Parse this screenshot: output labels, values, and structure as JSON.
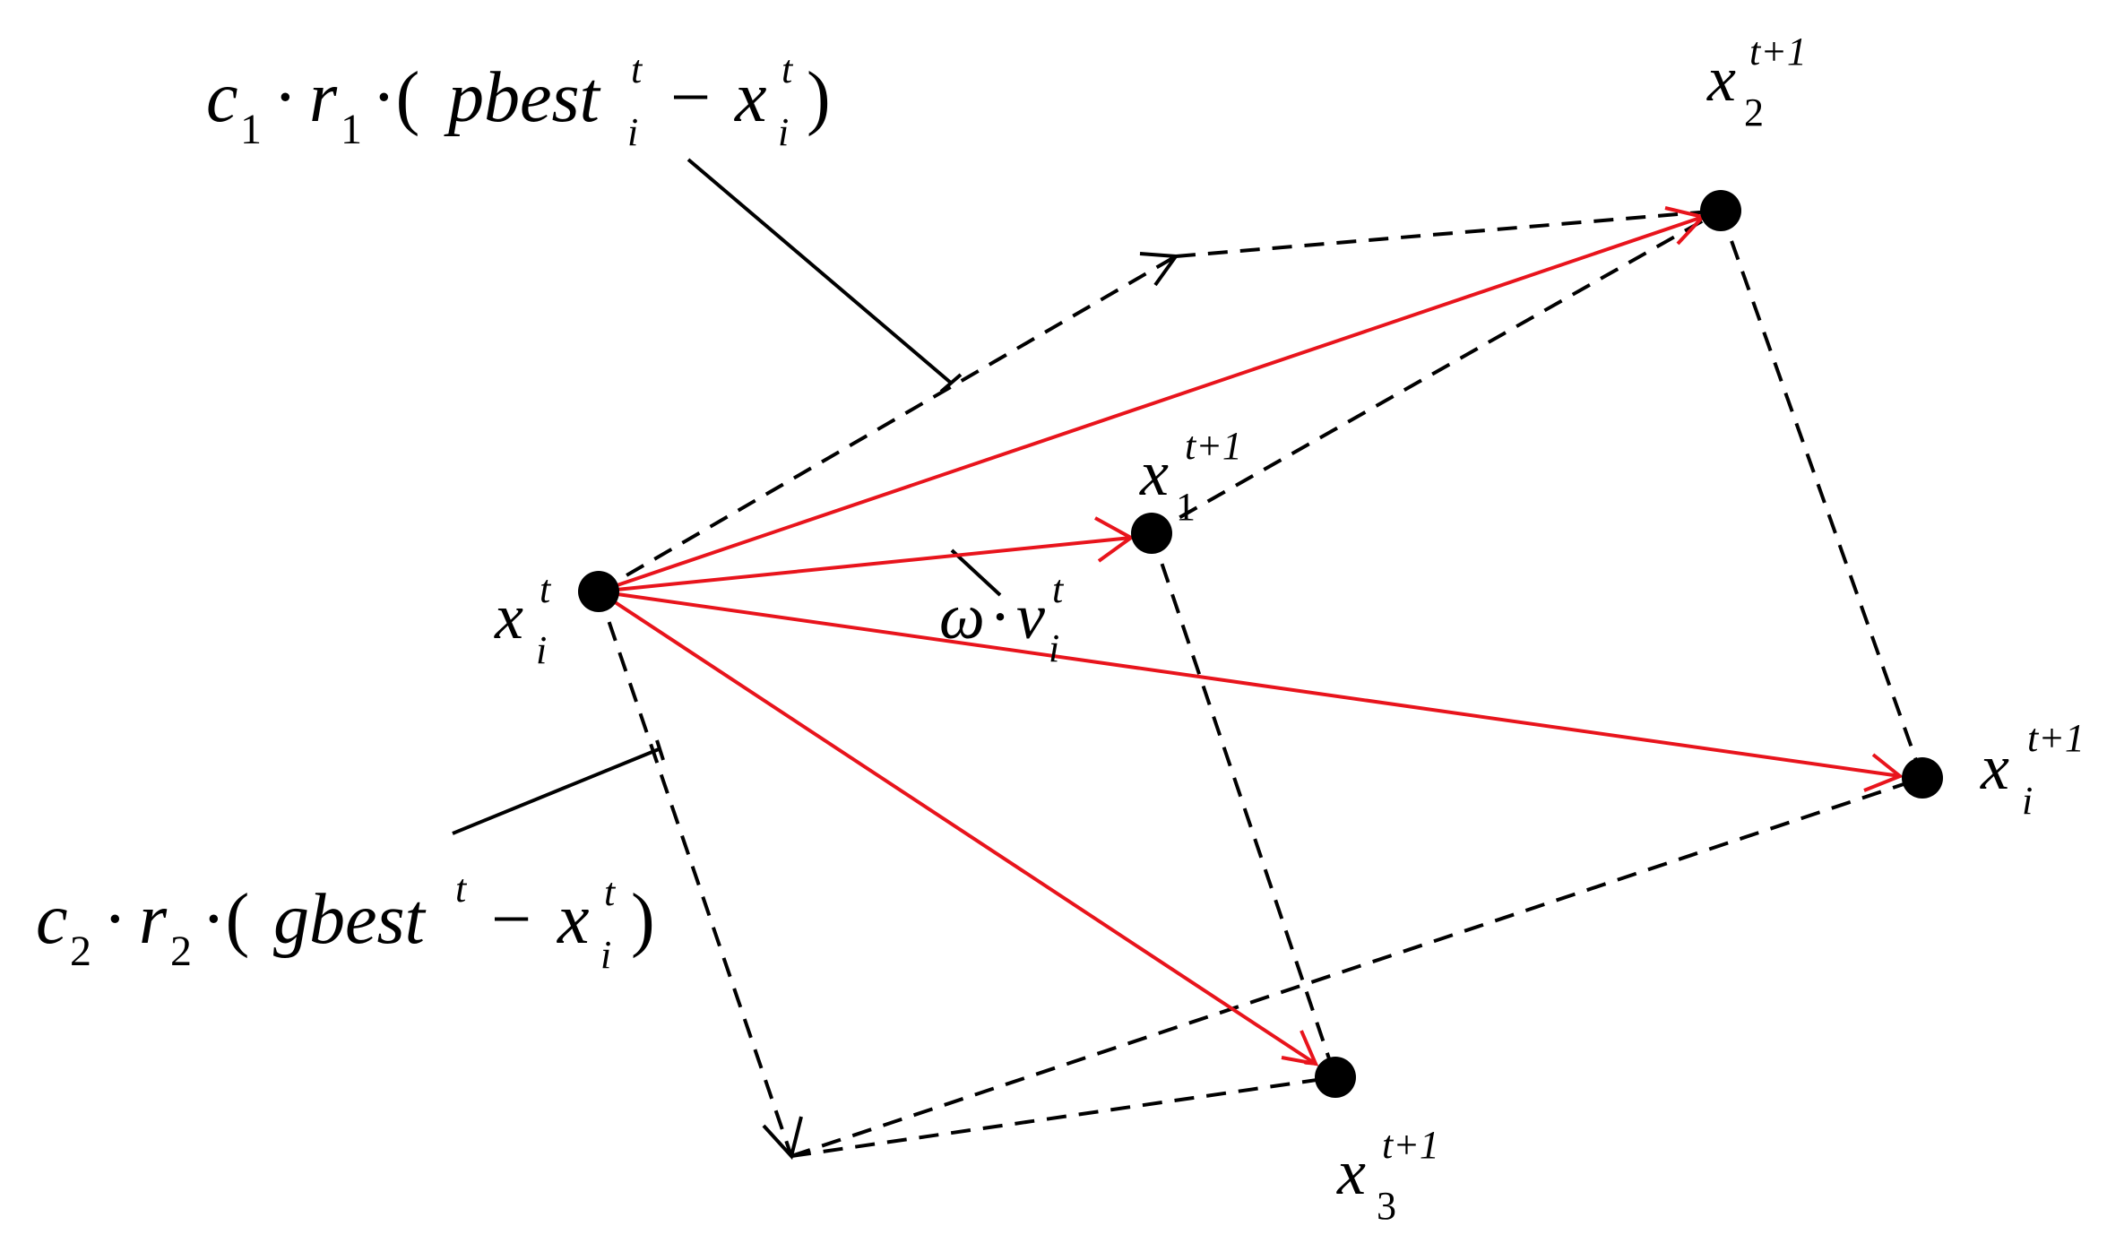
{
  "colors": {
    "velocity_arrow": "#e8141c",
    "construction_line": "#000000",
    "point": "#000000",
    "background": "#ffffff"
  },
  "points": [
    {
      "id": "xi_t",
      "base": "x",
      "sub": "i",
      "sup": "t"
    },
    {
      "id": "x1_t1",
      "base": "x",
      "sub": "1",
      "sup": "t+1"
    },
    {
      "id": "x2_t1",
      "base": "x",
      "sub": "2",
      "sup": "t+1"
    },
    {
      "id": "x3_t1",
      "base": "x",
      "sub": "3",
      "sup": "t+1"
    },
    {
      "id": "xi_t1",
      "base": "x",
      "sub": "i",
      "sup": "t+1"
    }
  ],
  "terms": {
    "inertia": {
      "omega": "ω",
      "dot": "·",
      "v": "v",
      "v_sub": "i",
      "v_sup": "t"
    },
    "cognitive": {
      "c": "c",
      "c_sub": "1",
      "dot1": "·",
      "r": "r",
      "r_sub": "1",
      "dot2": "·(",
      "pbest": "pbest",
      "pbest_sub": "i",
      "pbest_sup": "t",
      "minus": "−",
      "x": "x",
      "x_sub": "i",
      "x_sup": "t",
      "close": ")"
    },
    "social": {
      "c": "c",
      "c_sub": "2",
      "dot1": "·",
      "r": "r",
      "r_sub": "2",
      "dot2": "·(",
      "gbest": "gbest",
      "gbest_sup": "t",
      "minus": "−",
      "x": "x",
      "x_sub": "i",
      "x_sup": "t",
      "close": ")"
    }
  }
}
